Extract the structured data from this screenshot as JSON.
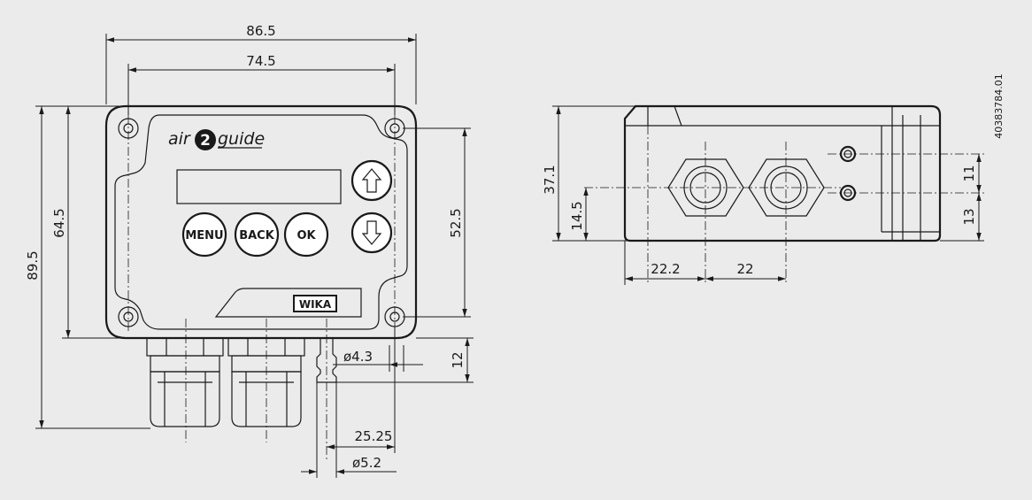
{
  "drawing_id": "40383784.01",
  "front_view": {
    "logo": {
      "prefix": "air",
      "numeral": "2",
      "suffix": "guide"
    },
    "buttons": {
      "menu": "MENU",
      "back": "BACK",
      "ok": "OK"
    },
    "brand": "WIKA",
    "dimensions": {
      "overall_width": "86.5",
      "hole_spacing_width": "74.5",
      "overall_height": "89.5",
      "housing_height": "64.5",
      "hole_spacing_height": "52.5",
      "nozzle_inner_dia": "ø4.3",
      "nozzle_length": "12",
      "nozzle_offset": "25.25",
      "nozzle_outer_dia": "ø5.2"
    }
  },
  "side_view": {
    "dimensions": {
      "depth": "37.1",
      "gland_height": "14.5",
      "gland_offset": "22.2",
      "gland_spacing": "22",
      "port_spacing": "11",
      "port_height": "13"
    }
  }
}
